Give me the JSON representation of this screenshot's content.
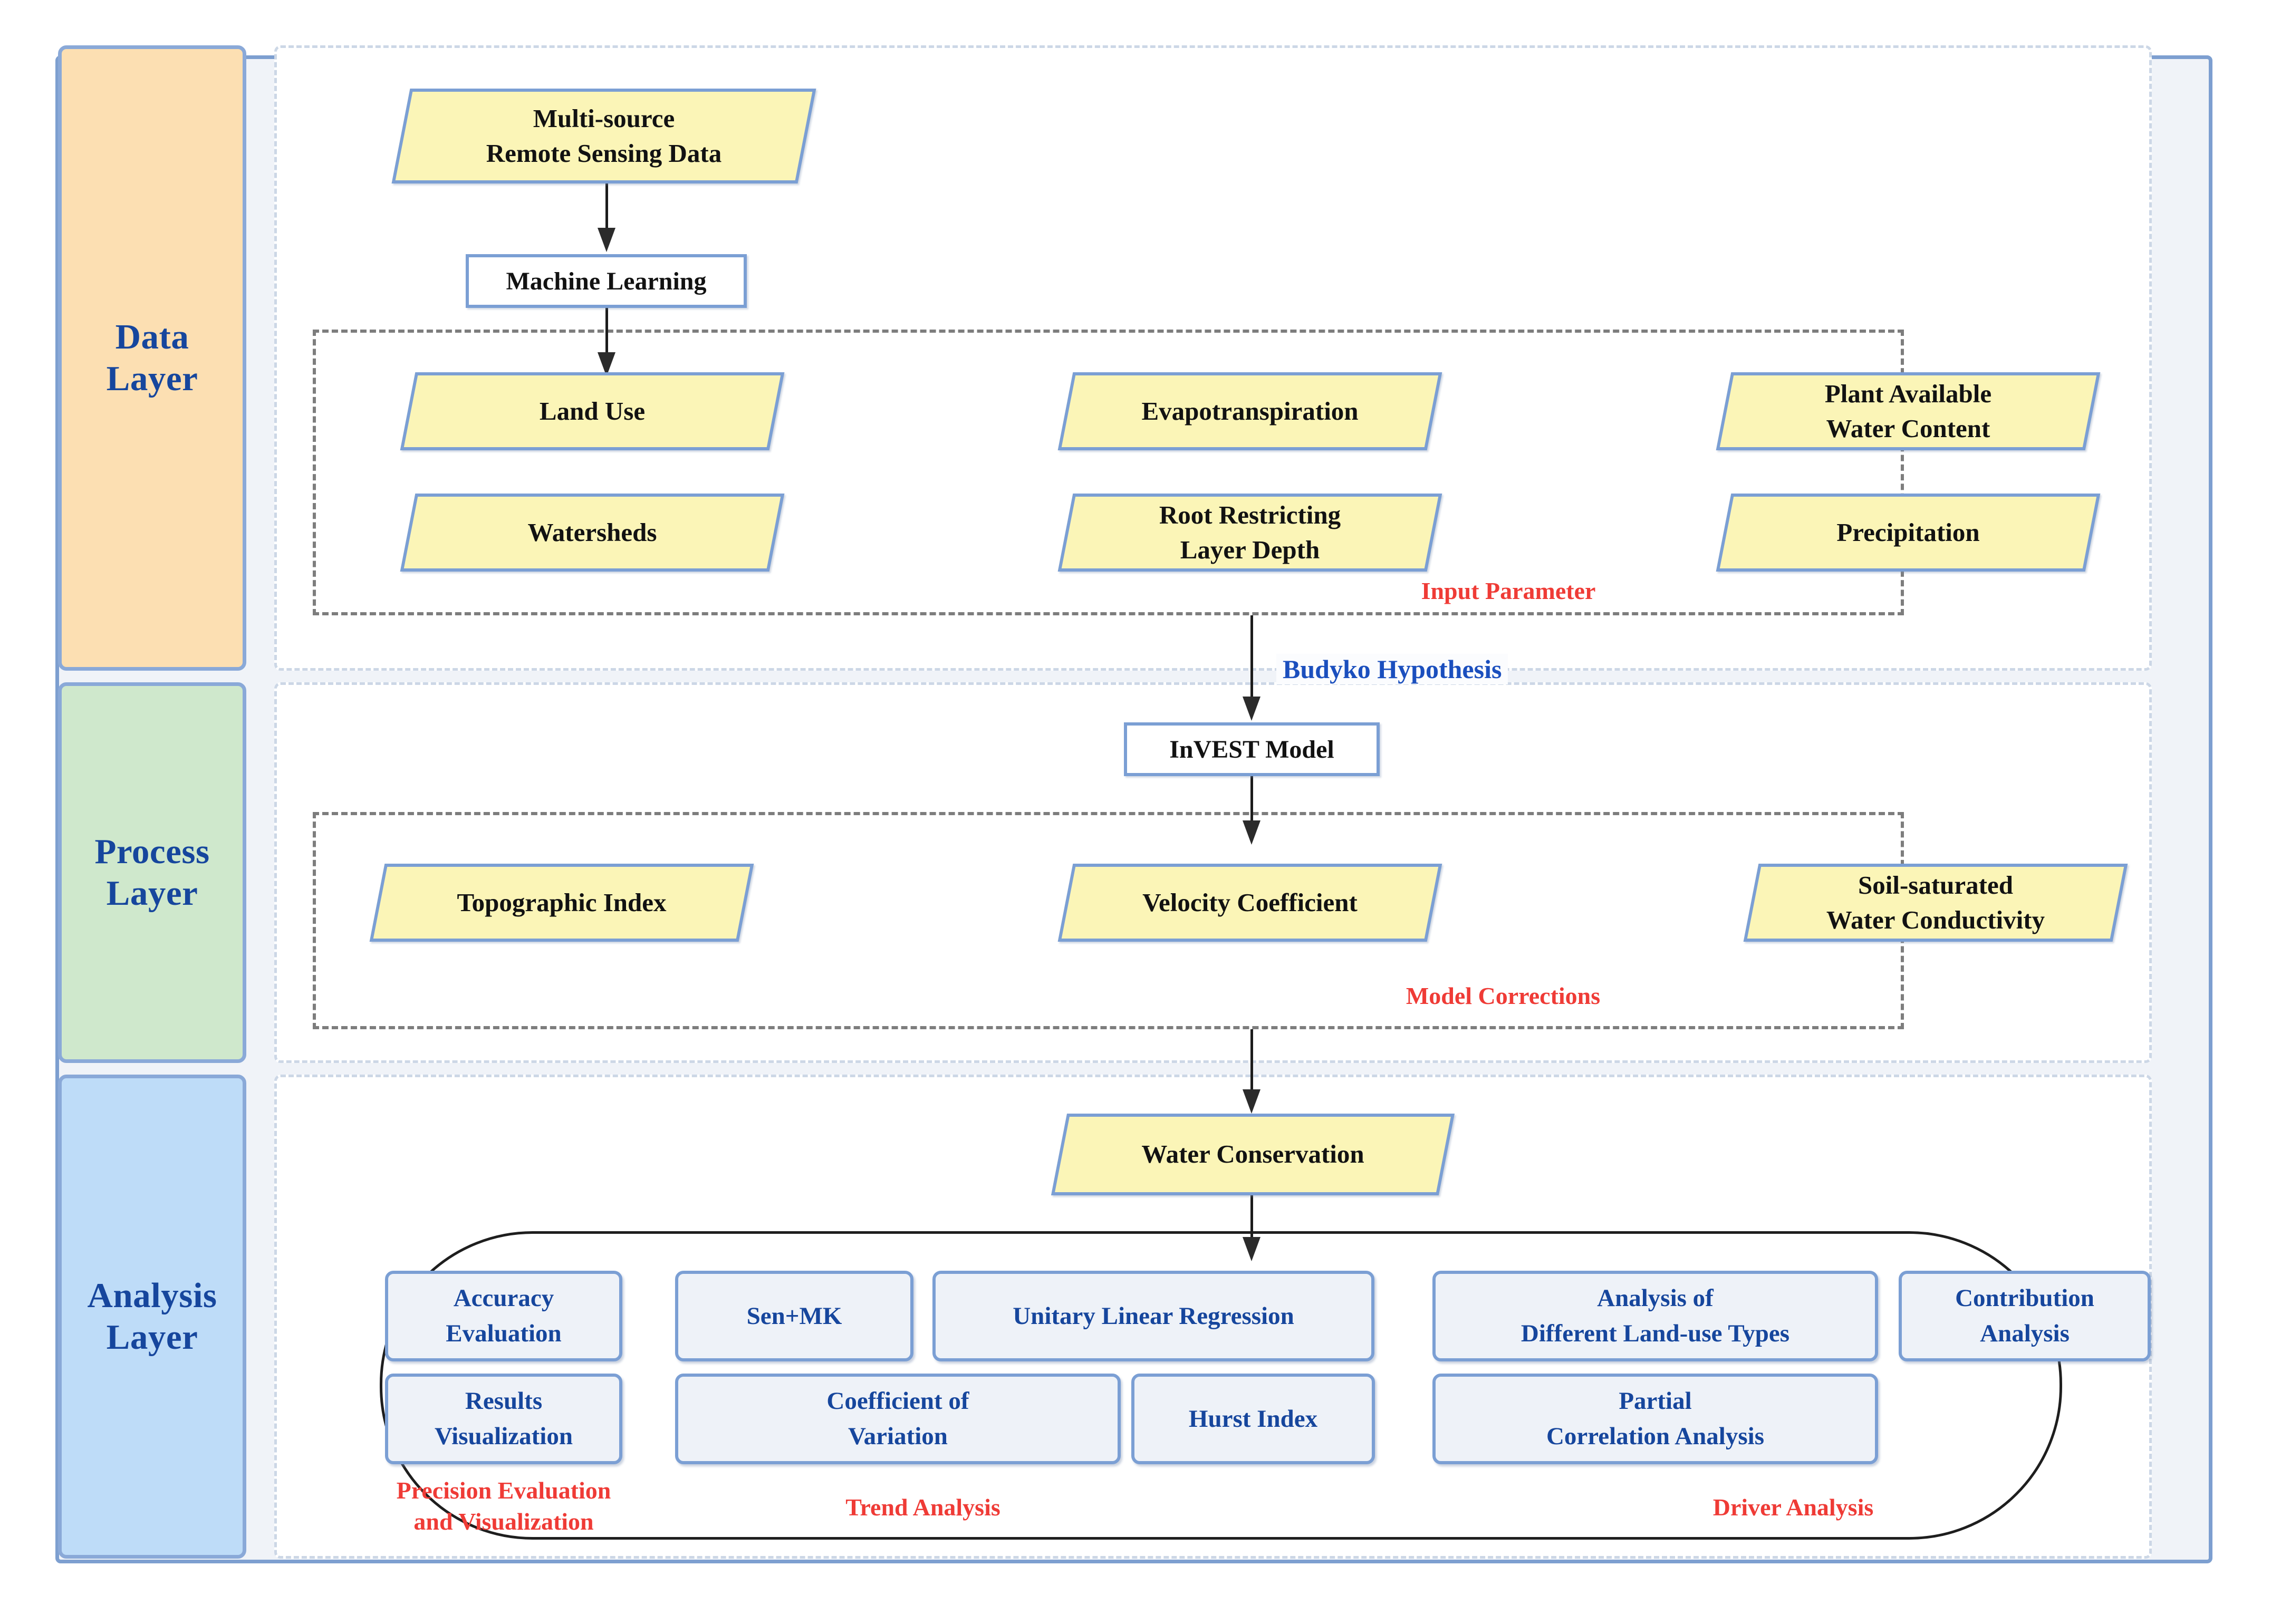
{
  "layers": [
    {
      "id": "data",
      "label": "Data\nLayer",
      "color": "#fcdfb2"
    },
    {
      "id": "process",
      "label": "Process\nLayer",
      "color": "#cfe8cc"
    },
    {
      "id": "analysis",
      "label": "Analysis\nLayer",
      "color": "#bedcf8"
    }
  ],
  "data_layer": {
    "source_node": "Multi-source\nRemote Sensing Data",
    "process_node": "Machine Learning",
    "group_caption": "Input Parameter",
    "inputs": [
      "Land Use",
      "Evapotranspiration",
      "Plant Available\nWater Content",
      "Watersheds",
      "Root Restricting\nLayer Depth",
      "Precipitation"
    ]
  },
  "process_layer": {
    "edge_label": "Budyko Hypothesis",
    "model_node": "InVEST Model",
    "group_caption": "Model Corrections",
    "corrections": [
      "Topographic Index",
      "Velocity Coefficient",
      "Soil-saturated\nWater Conductivity"
    ]
  },
  "analysis_layer": {
    "output_node": "Water Conservation",
    "methods": [
      "Accuracy\nEvaluation",
      "Sen+MK",
      "Unitary Linear Regression",
      "Analysis of\nDifferent Land-use Types",
      "Contribution\nAnalysis",
      "Results\nVisualization",
      "Coefficient of\nVariation",
      "Hurst Index",
      "Partial\nCorrelation Analysis"
    ],
    "captions": [
      "Precision Evaluation\nand Visualization",
      "Trend Analysis",
      "Driver Analysis"
    ]
  },
  "colors": {
    "frame_border": "#7d9fd0",
    "frame_fill": "#f0f3f8",
    "node_fill": "#fbf5b7",
    "node_border": "#7b9fd4",
    "method_fill": "#eef2f8",
    "method_text": "#16469d",
    "caption_red": "#ef3b36",
    "caption_blue": "#1b4fbe",
    "group_dash": "#7d7d7d"
  }
}
